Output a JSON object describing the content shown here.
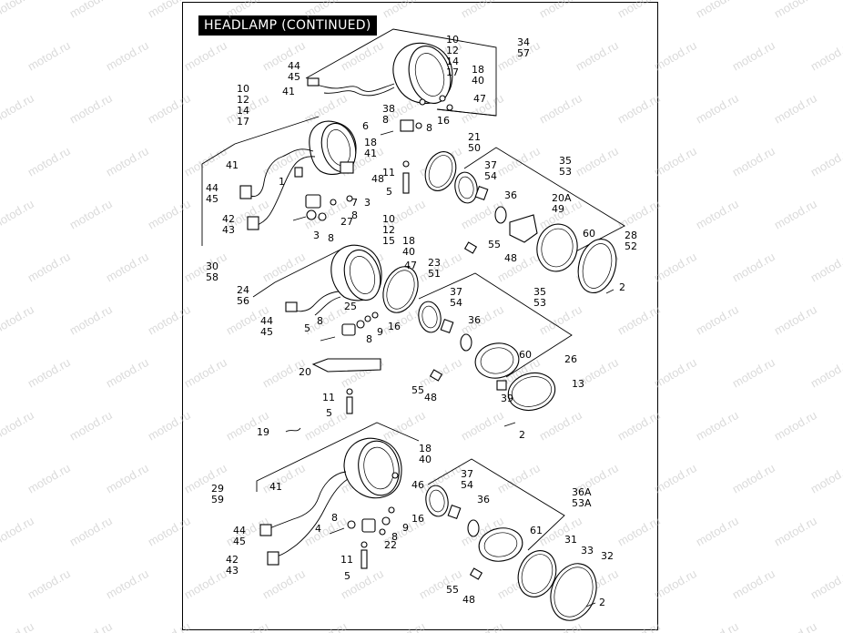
{
  "title": "HEADLAMP (CONTINUED)",
  "watermark": "motod.ru",
  "callouts": [
    {
      "id": "c-10-12-14-17-top",
      "lines": [
        "10",
        "12",
        "14",
        "17"
      ]
    },
    {
      "id": "c-34-57",
      "lines": [
        "34",
        "57"
      ]
    },
    {
      "id": "c-44-45-top",
      "lines": [
        "44",
        "45"
      ]
    },
    {
      "id": "c-41-top",
      "lines": [
        "41"
      ]
    },
    {
      "id": "c-18-40-top",
      "lines": [
        "18",
        "40"
      ]
    },
    {
      "id": "c-47-top",
      "lines": [
        "47"
      ]
    },
    {
      "id": "c-16-top",
      "lines": [
        "16"
      ]
    },
    {
      "id": "c-10-12-14-17-left",
      "lines": [
        "10",
        "12",
        "14",
        "17"
      ]
    },
    {
      "id": "c-38-8",
      "lines": [
        "38",
        "8"
      ]
    },
    {
      "id": "c-6",
      "lines": [
        "6"
      ]
    },
    {
      "id": "c-8-a",
      "lines": [
        "8"
      ]
    },
    {
      "id": "c-21-50",
      "lines": [
        "21",
        "50"
      ]
    },
    {
      "id": "c-18-41",
      "lines": [
        "18",
        "41"
      ]
    },
    {
      "id": "c-41-left",
      "lines": [
        "41"
      ]
    },
    {
      "id": "c-1",
      "lines": [
        "1"
      ]
    },
    {
      "id": "c-48-a",
      "lines": [
        "48"
      ]
    },
    {
      "id": "c-11-a",
      "lines": [
        "11"
      ]
    },
    {
      "id": "c-5-a",
      "lines": [
        "5"
      ]
    },
    {
      "id": "c-35-53-a",
      "lines": [
        "35",
        "53"
      ]
    },
    {
      "id": "c-37-54-a",
      "lines": [
        "37",
        "54"
      ]
    },
    {
      "id": "c-44-45-left",
      "lines": [
        "44",
        "45"
      ]
    },
    {
      "id": "c-7",
      "lines": [
        "7"
      ]
    },
    {
      "id": "c-3-a",
      "lines": [
        "3"
      ]
    },
    {
      "id": "c-27",
      "lines": [
        "27"
      ]
    },
    {
      "id": "c-8-b",
      "lines": [
        "8"
      ]
    },
    {
      "id": "c-36-a",
      "lines": [
        "36"
      ]
    },
    {
      "id": "c-20a-49",
      "lines": [
        "20A",
        "49"
      ]
    },
    {
      "id": "c-42-43-a",
      "lines": [
        "42",
        "43"
      ]
    },
    {
      "id": "c-3-b",
      "lines": [
        "3"
      ]
    },
    {
      "id": "c-8-c",
      "lines": [
        "8"
      ]
    },
    {
      "id": "c-10-12-15",
      "lines": [
        "10",
        "12",
        "15"
      ]
    },
    {
      "id": "c-60-a",
      "lines": [
        "60"
      ]
    },
    {
      "id": "c-28-52",
      "lines": [
        "28",
        "52"
      ]
    },
    {
      "id": "c-55-a",
      "lines": [
        "55"
      ]
    },
    {
      "id": "c-48-b",
      "lines": [
        "48"
      ]
    },
    {
      "id": "c-30-58",
      "lines": [
        "30",
        "58"
      ]
    },
    {
      "id": "c-18-40-mid",
      "lines": [
        "18",
        "40"
      ]
    },
    {
      "id": "c-47-mid",
      "lines": [
        "47"
      ]
    },
    {
      "id": "c-23-51",
      "lines": [
        "23",
        "51"
      ]
    },
    {
      "id": "c-2-a",
      "lines": [
        "2"
      ]
    },
    {
      "id": "c-24-56",
      "lines": [
        "24",
        "56"
      ]
    },
    {
      "id": "c-35-53-b",
      "lines": [
        "35",
        "53"
      ]
    },
    {
      "id": "c-37-54-b",
      "lines": [
        "37",
        "54"
      ]
    },
    {
      "id": "c-25",
      "lines": [
        "25"
      ]
    },
    {
      "id": "c-44-45-mid",
      "lines": [
        "44",
        "45"
      ]
    },
    {
      "id": "c-8-d",
      "lines": [
        "8"
      ]
    },
    {
      "id": "c-5-b",
      "lines": [
        "5"
      ]
    },
    {
      "id": "c-9-a",
      "lines": [
        "9"
      ]
    },
    {
      "id": "c-16-mid",
      "lines": [
        "16"
      ]
    },
    {
      "id": "c-8-e",
      "lines": [
        "8"
      ]
    },
    {
      "id": "c-36-b",
      "lines": [
        "36"
      ]
    },
    {
      "id": "c-60-b",
      "lines": [
        "60"
      ]
    },
    {
      "id": "c-20",
      "lines": [
        "20"
      ]
    },
    {
      "id": "c-26",
      "lines": [
        "26"
      ]
    },
    {
      "id": "c-11-b",
      "lines": [
        "11"
      ]
    },
    {
      "id": "c-55-b",
      "lines": [
        "55"
      ]
    },
    {
      "id": "c-48-c",
      "lines": [
        "48"
      ]
    },
    {
      "id": "c-13",
      "lines": [
        "13"
      ]
    },
    {
      "id": "c-39",
      "lines": [
        "39"
      ]
    },
    {
      "id": "c-5-c",
      "lines": [
        "5"
      ]
    },
    {
      "id": "c-19",
      "lines": [
        "19"
      ]
    },
    {
      "id": "c-2-b",
      "lines": [
        "2"
      ]
    },
    {
      "id": "c-18-40-bot",
      "lines": [
        "18",
        "40"
      ]
    },
    {
      "id": "c-29-59",
      "lines": [
        "29",
        "59"
      ]
    },
    {
      "id": "c-41-bot",
      "lines": [
        "41"
      ]
    },
    {
      "id": "c-46",
      "lines": [
        "46"
      ]
    },
    {
      "id": "c-37-54-c",
      "lines": [
        "37",
        "54"
      ]
    },
    {
      "id": "c-36-c",
      "lines": [
        "36"
      ]
    },
    {
      "id": "c-36a-53a",
      "lines": [
        "36A",
        "53A"
      ]
    },
    {
      "id": "c-4",
      "lines": [
        "4"
      ]
    },
    {
      "id": "c-8-f",
      "lines": [
        "8"
      ]
    },
    {
      "id": "c-16-bot",
      "lines": [
        "16"
      ]
    },
    {
      "id": "c-9-b",
      "lines": [
        "9"
      ]
    },
    {
      "id": "c-8-g",
      "lines": [
        "8"
      ]
    },
    {
      "id": "c-22",
      "lines": [
        "22"
      ]
    },
    {
      "id": "c-44-45-bot",
      "lines": [
        "44",
        "45"
      ]
    },
    {
      "id": "c-61",
      "lines": [
        "61"
      ]
    },
    {
      "id": "c-31",
      "lines": [
        "31"
      ]
    },
    {
      "id": "c-33",
      "lines": [
        "33"
      ]
    },
    {
      "id": "c-32",
      "lines": [
        "32"
      ]
    },
    {
      "id": "c-42-43-b",
      "lines": [
        "42",
        "43"
      ]
    },
    {
      "id": "c-11-c",
      "lines": [
        "11"
      ]
    },
    {
      "id": "c-5-d",
      "lines": [
        "5"
      ]
    },
    {
      "id": "c-55-c",
      "lines": [
        "55"
      ]
    },
    {
      "id": "c-48-d",
      "lines": [
        "48"
      ]
    },
    {
      "id": "c-2-c",
      "lines": [
        "2"
      ]
    }
  ]
}
